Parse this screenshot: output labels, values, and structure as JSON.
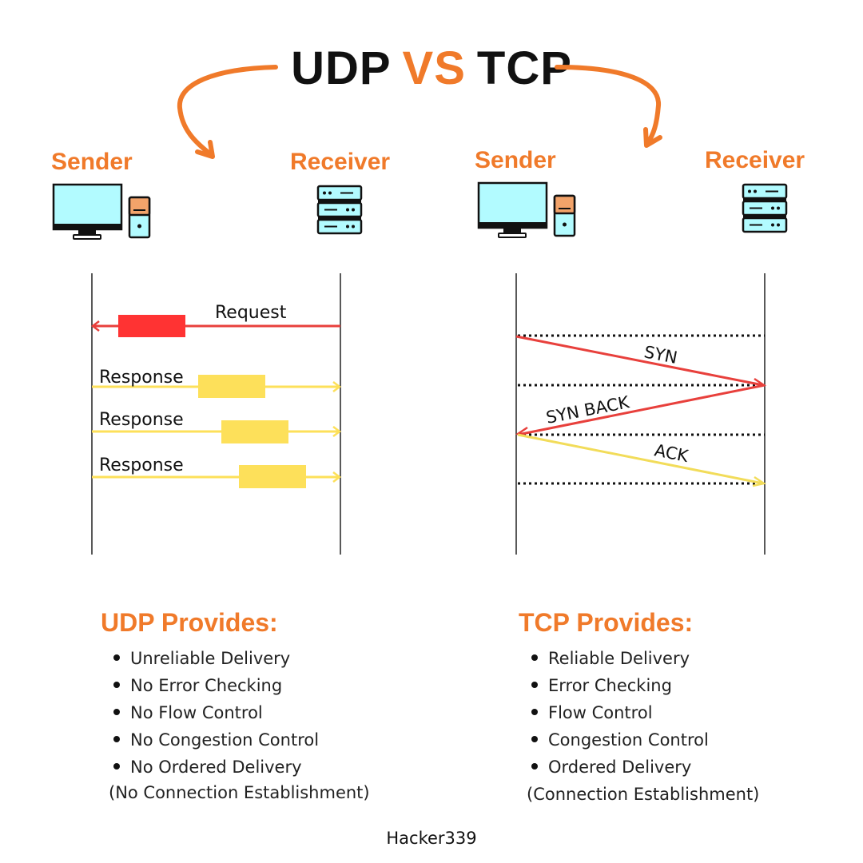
{
  "title": {
    "left": "UDP",
    "middle": "VS",
    "right": "TCP"
  },
  "udp": {
    "sender_label": "Sender",
    "receiver_label": "Receiver",
    "request_label": "Request",
    "response_labels": [
      "Response",
      "Response",
      "Response"
    ],
    "provides_title": "UDP Provides:",
    "provides": [
      "Unreliable Delivery",
      "No Error Checking",
      "No Flow Control",
      "No Congestion Control",
      "No Ordered Delivery"
    ],
    "note": "(No Connection Establishment)"
  },
  "tcp": {
    "sender_label": "Sender",
    "receiver_label": "Receiver",
    "messages": [
      "SYN",
      "SYN BACK",
      "ACK"
    ],
    "provides_title": "TCP Provides:",
    "provides": [
      "Reliable Delivery",
      "Error Checking",
      "Flow Control",
      "Congestion Control",
      "Ordered Delivery"
    ],
    "note": "(Connection Establishment)"
  },
  "footer": "Hacker339",
  "colors": {
    "accent": "#f07a2a",
    "request": "#e8403c",
    "response": "#fde05a",
    "icon_fill": "#b2fbff"
  },
  "icons": [
    "computer-icon",
    "server-icon",
    "curved-arrow-icon"
  ]
}
